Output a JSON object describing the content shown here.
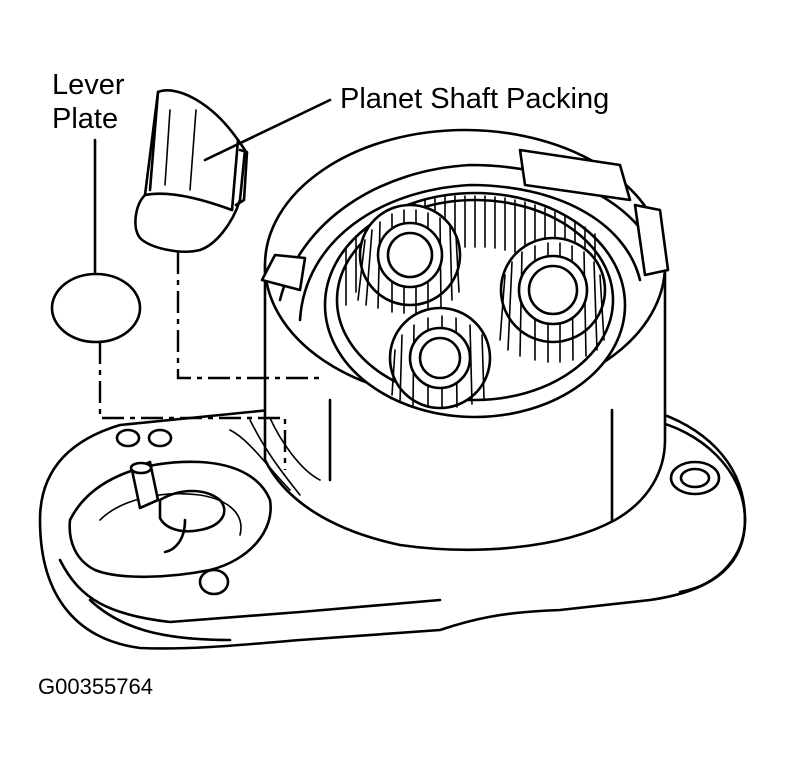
{
  "labels": {
    "lever_plate_line1": "Lever",
    "lever_plate_line2": "Plate",
    "planet_shaft_packing": "Planet Shaft Packing",
    "figure_id": "G00355764"
  },
  "colors": {
    "ink": "#000000",
    "paper": "#ffffff"
  }
}
